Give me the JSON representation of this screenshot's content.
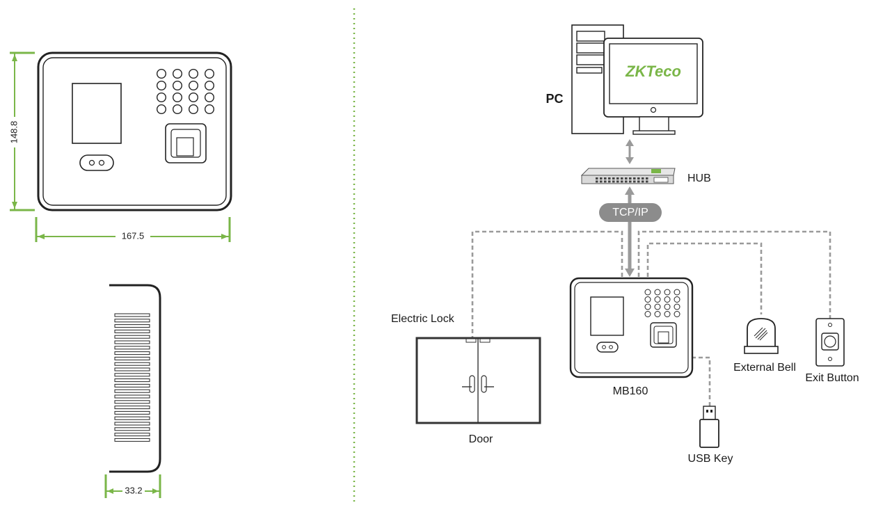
{
  "dimensions": {
    "width": "167.5",
    "height": "148.8",
    "depth": "33.2"
  },
  "labels": {
    "pc": "PC",
    "hub": "HUB",
    "tcpip": "TCP/IP",
    "device": "MB160",
    "electric_lock": "Electric Lock",
    "door": "Door",
    "external_bell": "External Bell",
    "exit_button": "Exit Button",
    "usb_key": "USB Key"
  },
  "brand": {
    "logo_text": "ZKTeco"
  },
  "colors": {
    "accent_green": "#7ab648",
    "connector_gray": "#9a9a9a",
    "badge_gray": "#8c8c8c",
    "outline": "#222222"
  }
}
